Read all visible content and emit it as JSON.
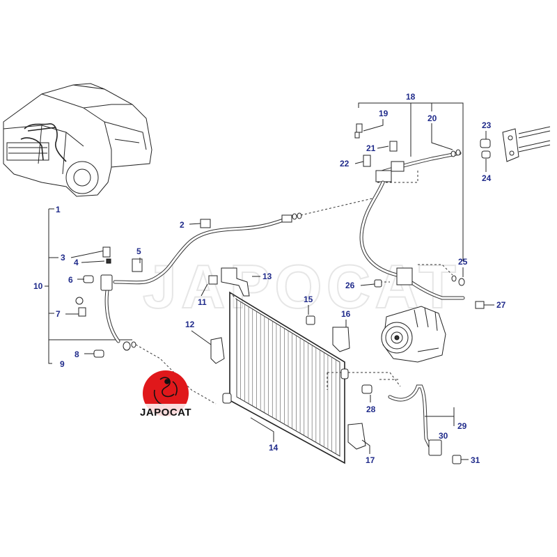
{
  "callouts": {
    "c1": "1",
    "c2": "2",
    "c3": "3",
    "c4": "4",
    "c5": "5",
    "c6": "6",
    "c7": "7",
    "c8": "8",
    "c9": "9",
    "c10": "10",
    "c11": "11",
    "c12": "12",
    "c13": "13",
    "c14": "14",
    "c15": "15",
    "c16": "16",
    "c17": "17",
    "c18": "18",
    "c19": "19",
    "c20": "20",
    "c21": "21",
    "c22": "22",
    "c23": "23",
    "c24": "24",
    "c25": "25",
    "c26": "26",
    "c27": "27",
    "c28": "28",
    "c29": "29",
    "c30": "30",
    "c31": "31"
  },
  "watermark": {
    "text": "JAPOCAT"
  },
  "logo": {
    "text": "JAPOCAT",
    "badge_color": "#e0181b"
  },
  "colors": {
    "callout": "#1f2a8a",
    "linework": "#222222"
  }
}
